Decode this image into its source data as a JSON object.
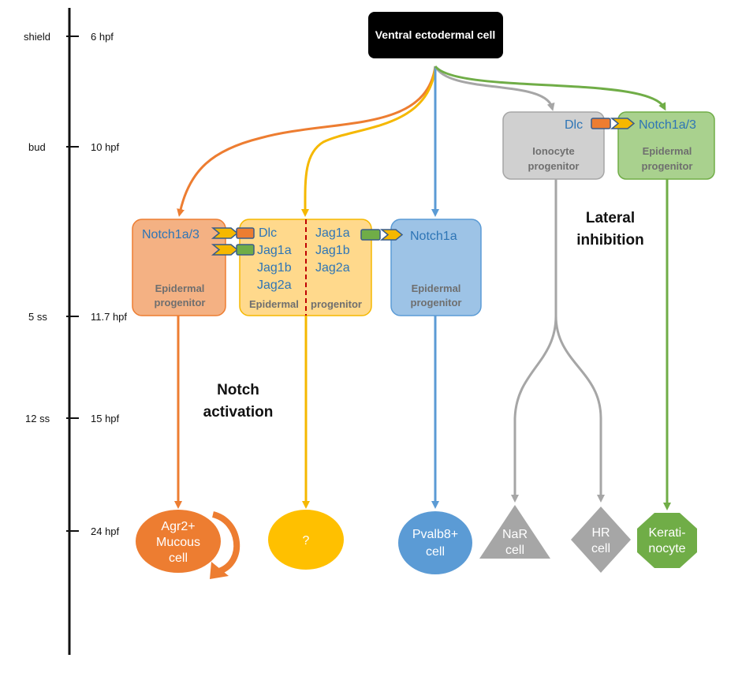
{
  "timeline": {
    "stages": [
      {
        "stage": "shield",
        "time": "6 hpf"
      },
      {
        "stage": "bud",
        "time": "10 hpf"
      },
      {
        "stage": "5 ss",
        "time": "11.7 hpf"
      },
      {
        "stage": "12 ss",
        "time": "15 hpf"
      },
      {
        "stage": "",
        "time": "24 hpf"
      }
    ]
  },
  "root": {
    "label": "Ventral ectodermal cell"
  },
  "ionocyte_progenitor": {
    "gene": "Dlc",
    "line1": "Ionocyte",
    "line2": "progenitor"
  },
  "epidermal_progenitor_top": {
    "gene": "Notch1a/3",
    "line1": "Epidermal",
    "line2": "progenitor"
  },
  "epidermal_left": {
    "gene": "Notch1a/3",
    "line1": "Epidermal",
    "line2": "progenitor"
  },
  "epidermal_middle": {
    "left_genes": [
      "Dlc",
      "Jag1a",
      "Jag1b",
      "Jag2a"
    ],
    "right_genes": [
      "Jag1a",
      "Jag1b",
      "Jag2a"
    ],
    "label_left": "Epidermal",
    "label_right": "progenitor"
  },
  "epidermal_right": {
    "gene": "Notch1a",
    "line1": "Epidermal",
    "line2": "progenitor"
  },
  "annotations": {
    "lateral_inhibition": [
      "Lateral",
      "inhibition"
    ],
    "notch_activation": [
      "Notch",
      "activation"
    ]
  },
  "cells": {
    "mucous": [
      "Agr2+",
      "Mucous",
      "cell"
    ],
    "unknown": [
      "?"
    ],
    "pvalb8": [
      "Pvalb8+",
      "cell"
    ],
    "nar": [
      "NaR",
      "cell"
    ],
    "hr": [
      "HR",
      "cell"
    ],
    "keratinocyte": [
      "Kerati-",
      "nocyte"
    ]
  },
  "colors": {
    "orange": "#ed7d31",
    "yellow": "#f5b800",
    "blue": "#5b9bd5",
    "gray": "#a6a6a6",
    "green": "#70ad47",
    "gene_text": "#2e75b6",
    "dashed_red": "#c00000"
  }
}
